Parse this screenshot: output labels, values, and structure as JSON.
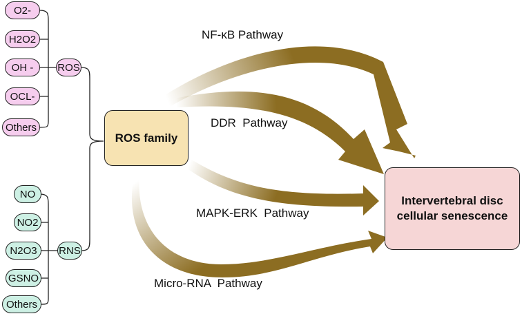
{
  "colors": {
    "ros_pill": "#f6cdee",
    "rns_pill": "#cdf0e4",
    "hub_fill": "#f7e3b2",
    "target_fill": "#f6d6d6",
    "arrow": "#8c6d22"
  },
  "ros_items": [
    "O2-",
    "H2O2",
    "OH -",
    "OCL-",
    "Others"
  ],
  "ros_label": "ROS",
  "rns_items": [
    "NO",
    "NO2",
    "N2O3",
    "GSNO",
    "Others"
  ],
  "rns_label": "RNS",
  "hub_label": "ROS family",
  "target_label_lines": [
    "Intervertebral disc",
    "cellular senescence"
  ],
  "pathways": [
    "NF-κB Pathway",
    "DDR  Pathway",
    "MAPK-ERK  Pathway",
    "Micro-RNA  Pathway"
  ]
}
